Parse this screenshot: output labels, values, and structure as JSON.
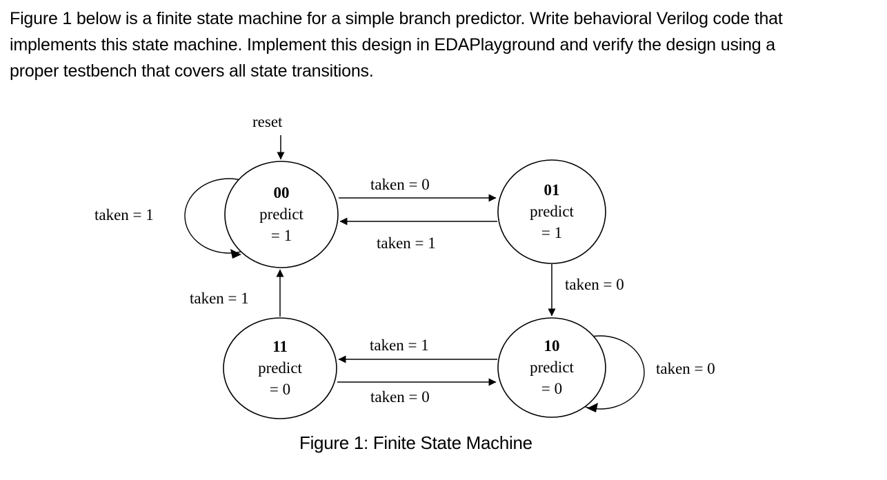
{
  "colors": {
    "ink": "#000000",
    "background": "#ffffff"
  },
  "instructions": {
    "lines": [
      "Figure 1 below is a finite state machine for a simple branch predictor. Write behavioral Verilog code that",
      "implements this state machine. Implement this design in EDAPlayground and verify the design using a",
      "proper testbench that covers all state transitions."
    ]
  },
  "diagram": {
    "reset_label": "reset",
    "states": [
      {
        "id": "00",
        "code": "00",
        "line1": "predict",
        "line2": "= 1"
      },
      {
        "id": "01",
        "code": "01",
        "line1": "predict",
        "line2": "= 1"
      },
      {
        "id": "11",
        "code": "11",
        "line1": "predict",
        "line2": "= 0"
      },
      {
        "id": "10",
        "code": "10",
        "line1": "predict",
        "line2": "= 0"
      }
    ],
    "transition_labels": {
      "self_00": "taken = 1",
      "from_00_to_01": "taken = 0",
      "from_01_to_00": "taken = 1",
      "from_01_to_10": "taken = 0",
      "self_10": "taken = 0",
      "from_10_to_11": "taken = 1",
      "from_11_to_10": "taken = 0",
      "from_11_to_00": "taken = 1"
    }
  },
  "caption": "Figure 1: Finite State Machine"
}
